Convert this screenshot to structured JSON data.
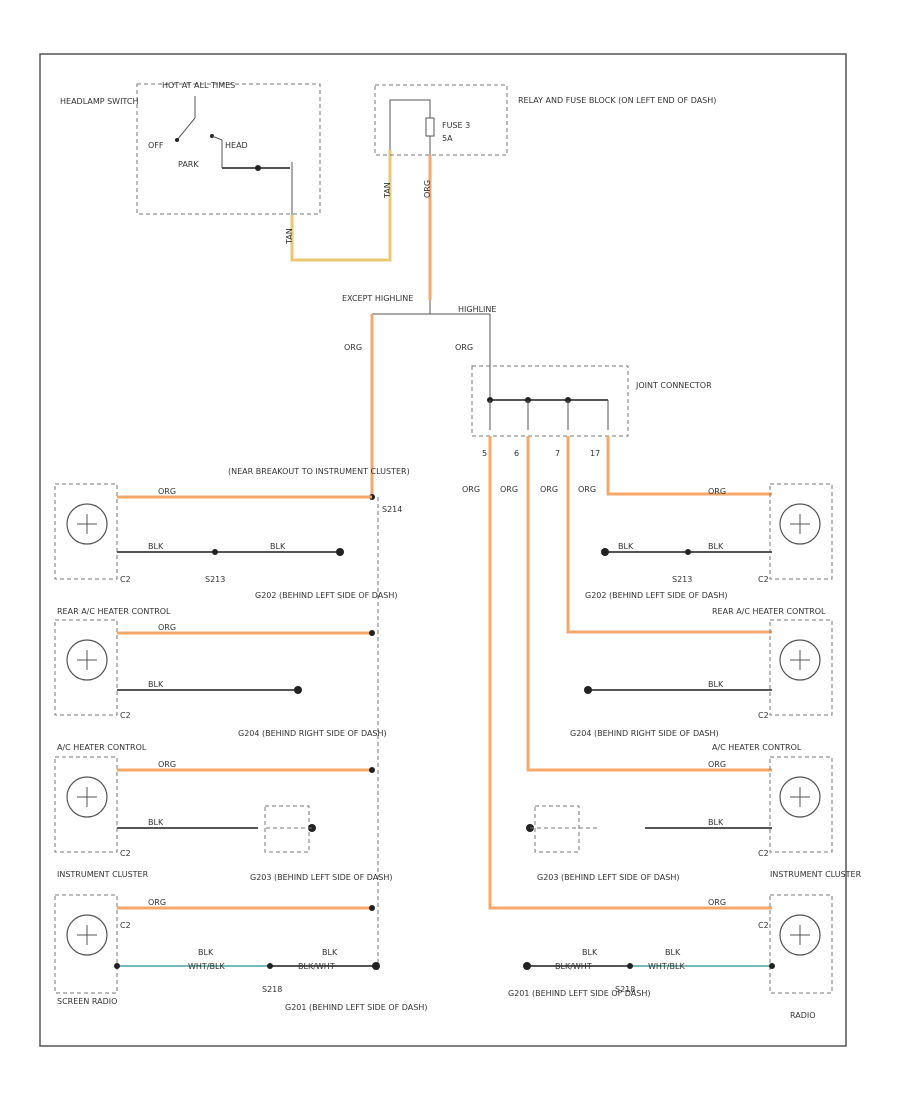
{
  "headlamp_switch": {
    "label": "HEADLAMP SWITCH",
    "power_note": "HOT AT ALL TIMES",
    "off": "OFF",
    "park": "PARK",
    "head": "HEAD"
  },
  "fuse_block": {
    "label": "RELAY AND FUSE BLOCK (ON LEFT END OF DASH)",
    "fuse": "FUSE 3",
    "amps": "5A"
  },
  "wires": {
    "tan": "TAN",
    "org": "ORG",
    "blk": "BLK",
    "wht_blk": "WHT/BLK",
    "blk_wht": "BLK/WHT"
  },
  "splice": {
    "except": "EXCEPT HIGHLINE",
    "highline": "HIGHLINE"
  },
  "joint_connector": {
    "label": "JOINT CONNECTOR",
    "pins": [
      "5",
      "6",
      "7",
      "17"
    ]
  },
  "left_column": {
    "breakout": "(NEAR BREAKOUT TO INSTRUMENT CLUSTER)",
    "splice_id": "S214",
    "components": [
      {
        "name": "",
        "conn": "C2",
        "gnd_splice": "S213",
        "ground": "G202 (BEHIND LEFT SIDE OF DASH)"
      },
      {
        "name": "REAR A/C HEATER CONTROL",
        "conn": "C2",
        "gnd_splice": "",
        "ground": "G204 (BEHIND RIGHT SIDE OF DASH)"
      },
      {
        "name": "A/C HEATER CONTROL",
        "conn": "C2",
        "gnd_splice": "",
        "ground": "G203 (BEHIND LEFT SIDE OF DASH)"
      },
      {
        "name": "INSTRUMENT CLUSTER",
        "conn": "C2",
        "gnd_splice": "S218",
        "ground": "G201 (BEHIND LEFT SIDE OF DASH)"
      }
    ],
    "bottom_name": "SCREEN RADIO"
  },
  "right_column": {
    "components": [
      {
        "name": "",
        "conn": "C2",
        "gnd_splice": "S213",
        "ground": "G202 (BEHIND LEFT SIDE OF DASH)"
      },
      {
        "name": "REAR A/C HEATER CONTROL",
        "conn": "C2",
        "gnd_splice": "",
        "ground": "G204 (BEHIND RIGHT SIDE OF DASH)"
      },
      {
        "name": "A/C HEATER CONTROL",
        "conn": "C2",
        "gnd_splice": "",
        "ground": "G203 (BEHIND LEFT SIDE OF DASH)"
      },
      {
        "name": "INSTRUMENT CLUSTER",
        "conn": "C2",
        "gnd_splice": "S218",
        "ground": "G201 (BEHIND LEFT SIDE OF DASH)"
      }
    ],
    "bottom_name": "RADIO"
  }
}
